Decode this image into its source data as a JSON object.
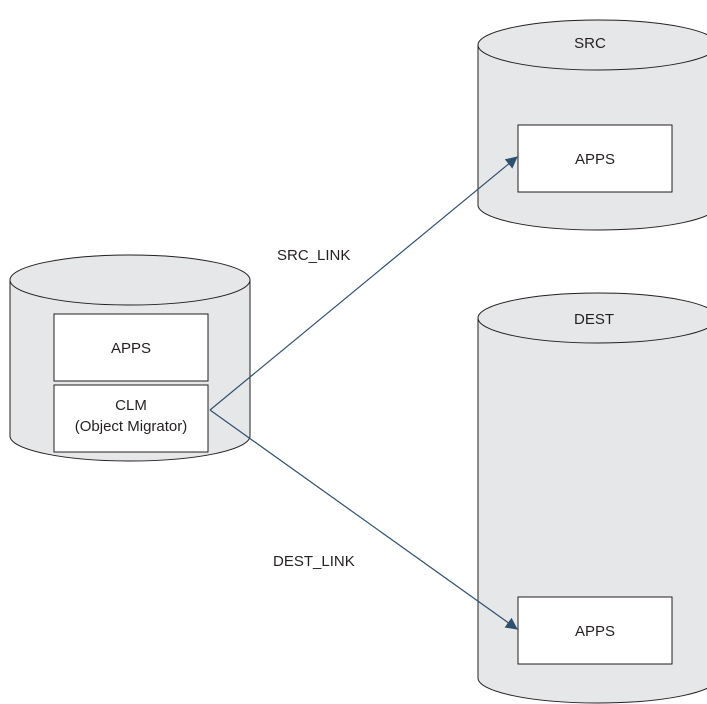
{
  "colors": {
    "cylinder_fill": "#e6e7e8",
    "outline": "#231f20",
    "box_fill": "#ffffff",
    "connector": "#2f4f6f",
    "text": "#231f20"
  },
  "databases": {
    "clm_host": {
      "boxes": {
        "apps": "APPS",
        "clm_line1": "CLM",
        "clm_line2": "(Object Migrator)"
      }
    },
    "src": {
      "title": "SRC",
      "apps": "APPS"
    },
    "dest": {
      "title": "DEST",
      "apps": "APPS"
    }
  },
  "links": {
    "src_link": "SRC_LINK",
    "dest_link": "DEST_LINK"
  }
}
